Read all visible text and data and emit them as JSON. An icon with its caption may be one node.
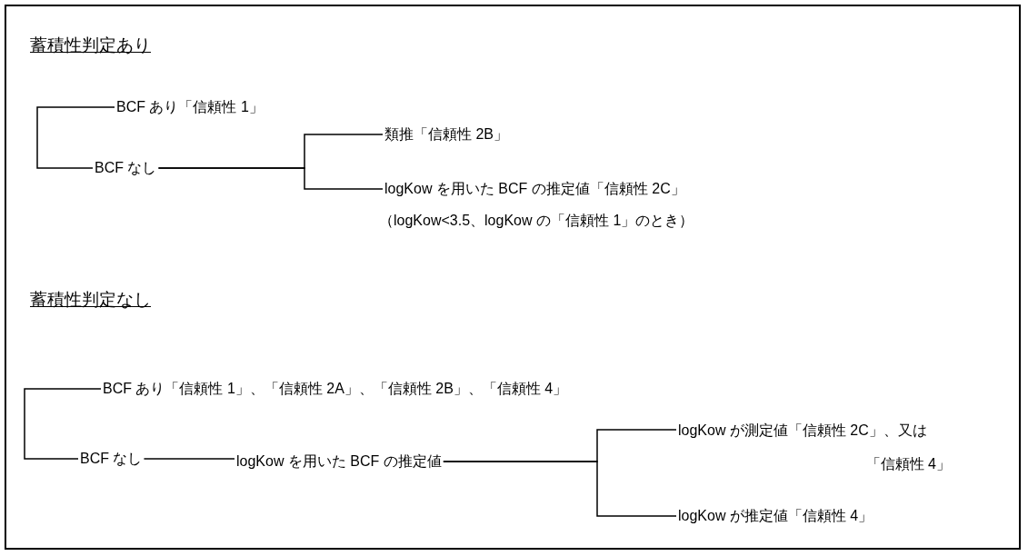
{
  "diagram": {
    "nodes": [
      {
        "text": [
          "BCF あり「信頼性 1」"
        ]
      },
      {
        "text": [
          "BCF なし"
        ]
      },
      {
        "text": [
          "類推「信頼性 2B」"
        ]
      },
      {
        "text": [
          "logKow を用いた BCF の推定値「信頼性 2C」"
        ],
        "beside": [
          "（logKow<3.5、logKow の「信頼性 1」のとき）"
        ]
      },
      {
        "text": [
          "BCF あり「信頼性 1」、「信頼性 2A」、「信頼性 2B」、「信頼性 4」"
        ]
      },
      {
        "text": [
          "BCF なし"
        ]
      },
      {
        "text": [
          "logKow を用いた BCF の推定値"
        ]
      },
      {
        "text": [
          "logKow が測定値「信頼性 2C」、又は「信頼性 4」"
        ]
      },
      {
        "text": [
          "logKow が推定値「信頼性 4」"
        ]
      }
    ],
    "edges": [
      {
        "from": null,
        "to": 0,
        "arrow": "none"
      },
      {
        "from": null,
        "to": 1,
        "arrow": "none"
      },
      {
        "from": 1,
        "to": 2,
        "arrow": "none"
      },
      {
        "from": 1,
        "to": 3,
        "arrow": "none"
      },
      {
        "from": null,
        "to": 4,
        "arrow": "none"
      },
      {
        "from": null,
        "to": 5,
        "arrow": "none"
      },
      {
        "from": 5,
        "to": 6,
        "arrow": "none"
      },
      {
        "from": 6,
        "to": 7,
        "arrow": "none"
      },
      {
        "from": 6,
        "to": 8,
        "arrow": "none"
      }
    ],
    "labels": [
      "蓄積性判定あり",
      "蓄積性判定なし"
    ]
  }
}
